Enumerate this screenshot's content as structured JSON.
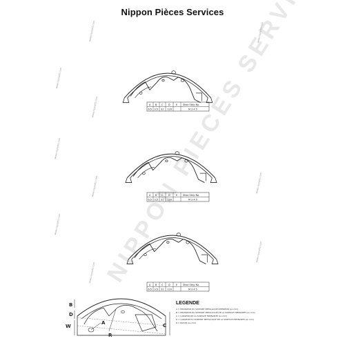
{
  "title": "Nippon Pièces Services",
  "watermark_big": "NIPPON PIECES SERVICES",
  "watermark_small": "www.nipparts.com",
  "spec_tables": [
    {
      "headers": [
        "A",
        "B",
        "C",
        "D",
        "E",
        "Shoe Strip No."
      ],
      "values": [
        "6,5",
        "3,5",
        "31",
        "120",
        "",
        "M 3 4 5"
      ]
    },
    {
      "headers": [
        "A",
        "B",
        "C",
        "D",
        "E",
        "Shoe Strip No."
      ],
      "values": [
        "6,5",
        "3,5",
        "31",
        "120",
        "",
        "M 3 4 5"
      ]
    },
    {
      "headers": [
        "A",
        "B",
        "C",
        "D",
        "E",
        "Shoe Strip No."
      ],
      "values": [
        "6,5",
        "3,5",
        "31",
        "120",
        "",
        "M 3 4 5"
      ]
    }
  ],
  "diagram_labels": {
    "b": "B",
    "d": "D",
    "w": "W",
    "a": "A",
    "r": "R",
    "c": "C"
  },
  "legend": {
    "title": "LEGENDE",
    "items": [
      "A = EPAISSEUR DU SUPPORT METALLIQUE INTERIEUR (en mm)",
      "B = EPAISSEUR DU SUPPORT METALLIQUE DE LA SURFACE FREINANTE (en mm)",
      "C = LARGEUR DE LA SURFACE FREINANTE (en mm)",
      "D = LARGEUR DU SUPPORT METALLIQUE DE LA SURFACE FREINANTE (en mm)",
      "R = RAYON (en mm)"
    ]
  }
}
